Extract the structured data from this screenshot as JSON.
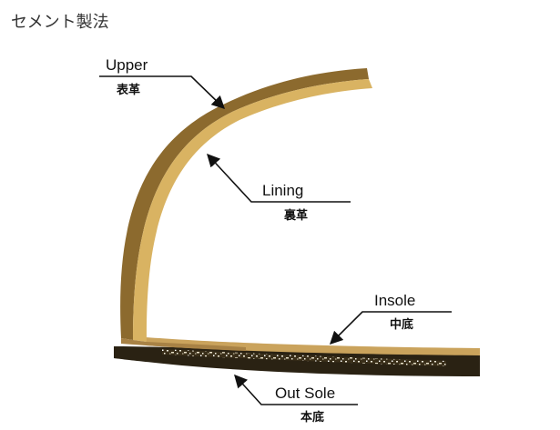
{
  "title": "セメント製法",
  "colors": {
    "upper": "#8c6a2e",
    "lining": "#d9b362",
    "insole": "#caa35c",
    "outsole": "#2a2213",
    "leader": "#111111"
  },
  "labels": {
    "upper": {
      "en": "Upper",
      "ja": "表革"
    },
    "lining": {
      "en": "Lining",
      "ja": "裏革"
    },
    "insole": {
      "en": "Insole",
      "ja": "中底"
    },
    "outsole": {
      "en": "Out Sole",
      "ja": "本底"
    }
  }
}
